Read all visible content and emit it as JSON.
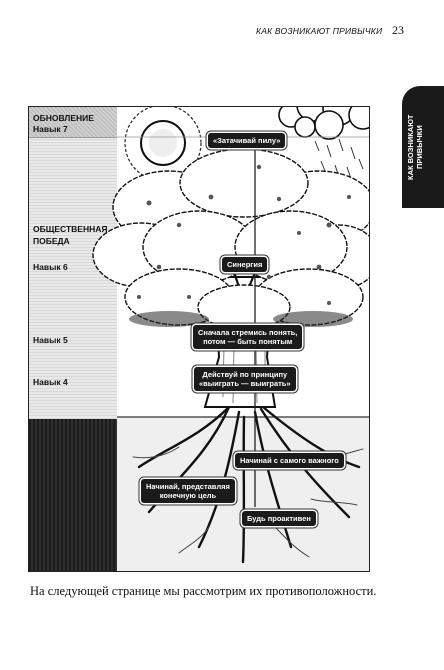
{
  "header": {
    "running_head": "КАК ВОЗНИКАЮТ ПРИВЫЧКИ",
    "page_number": "23"
  },
  "side_tab": {
    "text": "КАК ВОЗНИКАЮТ ПРИВЫЧКИ"
  },
  "figure": {
    "levels": {
      "renewal": "ОБНОВЛЕНИЕ",
      "habit7": "Навык 7",
      "public_victory_1": "ОБЩЕСТВЕННАЯ",
      "public_victory_2": "ПОБЕДА",
      "habit6": "Навык 6",
      "habit5": "Навык 5",
      "habit4": "Навык 4"
    },
    "annotations": {
      "h7": "«Затачивай пилу»",
      "h6": "Синергия",
      "h5_line1": "Сначала стремись понять,",
      "h5_line2": "потом — быть понятым",
      "h4_line1": "Действуй по принципу",
      "h4_line2": "«выиграть — выиграть»",
      "h3": "Начинай с самого важного",
      "h2_line1": "Начинай, представляя",
      "h2_line2": "конечную цель",
      "h1": "Будь проактивен"
    }
  },
  "caption": "На следующей странице мы рассмотрим их противоположности."
}
